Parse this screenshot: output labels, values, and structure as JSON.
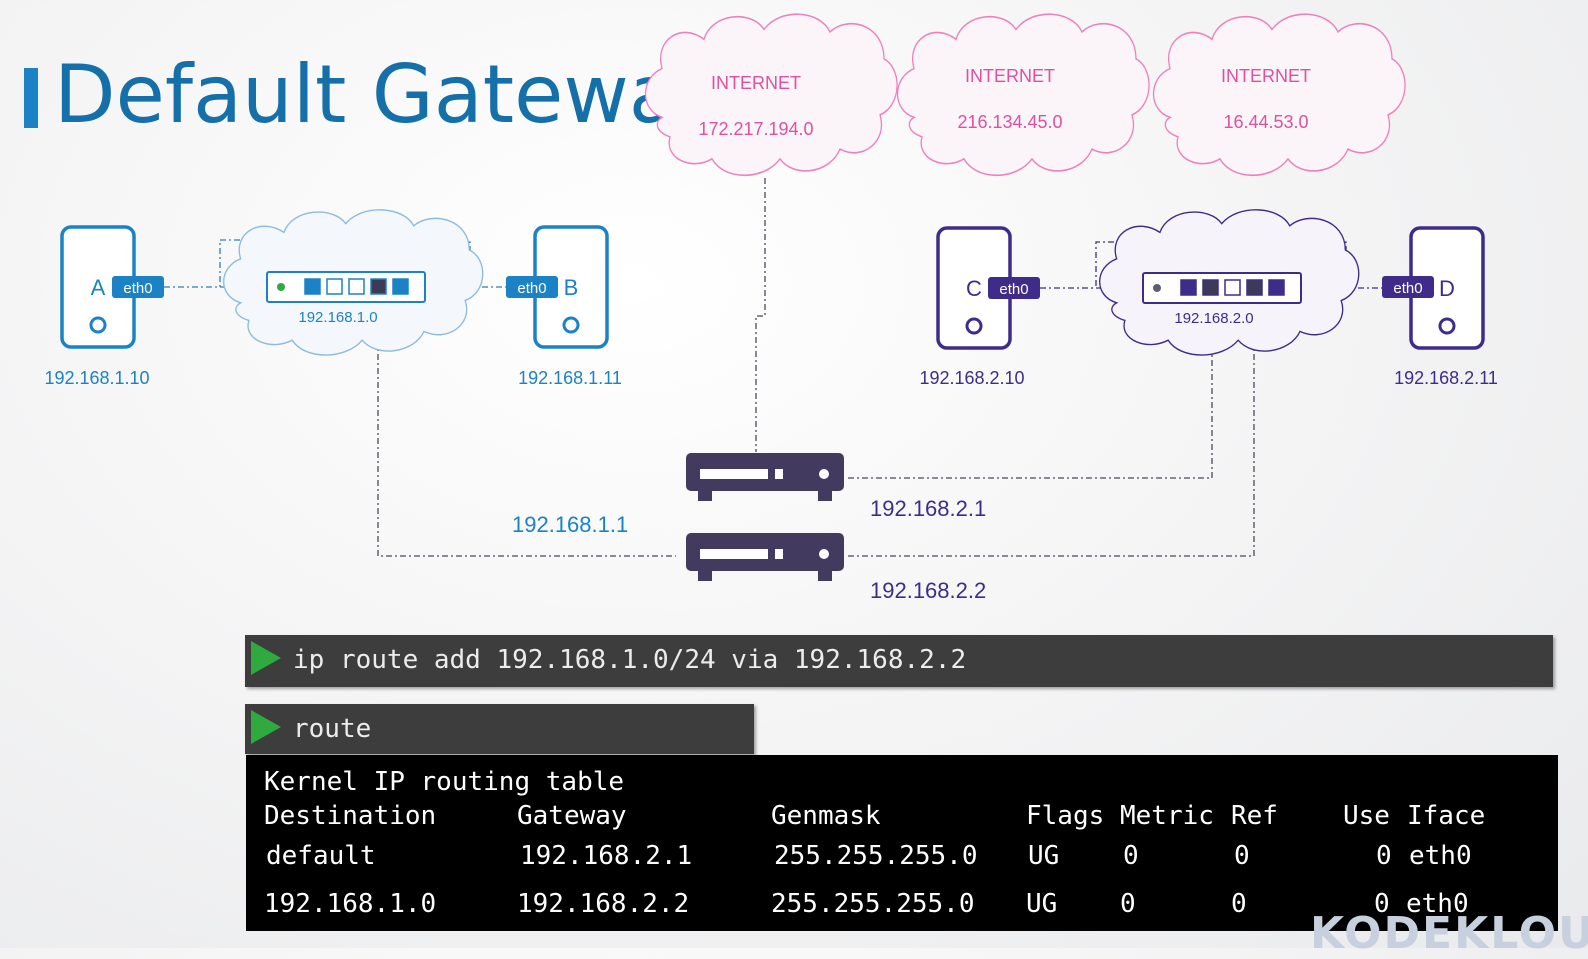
{
  "title": "Default Gateway",
  "clouds": [
    {
      "label": "INTERNET",
      "ip": "172.217.194.0"
    },
    {
      "label": "INTERNET",
      "ip": "216.134.45.0"
    },
    {
      "label": "INTERNET",
      "ip": "16.44.53.0"
    }
  ],
  "hosts": {
    "a": {
      "letter": "A",
      "iface": "eth0",
      "ip": "192.168.1.10"
    },
    "b": {
      "letter": "B",
      "iface": "eth0",
      "ip": "192.168.1.11"
    },
    "c": {
      "letter": "C",
      "iface": "eth0",
      "ip": "192.168.2.10"
    },
    "d": {
      "letter": "D",
      "iface": "eth0",
      "ip": "192.168.2.11"
    }
  },
  "switches": {
    "left": {
      "network": "192.168.1.0"
    },
    "right": {
      "network": "192.168.2.0"
    }
  },
  "routers": {
    "left_ip": "192.168.1.1",
    "top_ip": "192.168.2.1",
    "bottom_ip": "192.168.2.2"
  },
  "terminal": {
    "command1": "ip route add 192.168.1.0/24 via 192.168.2.2",
    "command2": "route"
  },
  "route_table": {
    "heading": "Kernel IP routing table",
    "columns": [
      "Destination",
      "Gateway",
      "Genmask",
      "Flags",
      "Metric",
      "Ref",
      "Use",
      "Iface"
    ],
    "rows": [
      [
        "default",
        "192.168.2.1",
        "255.255.255.0",
        "UG",
        "0",
        "0",
        "0",
        "eth0"
      ],
      [
        "192.168.1.0",
        "192.168.2.2",
        "255.255.255.0",
        "UG",
        "0",
        "0",
        "0",
        "eth0"
      ]
    ]
  },
  "brand": "KODEKLOU",
  "colors": {
    "blue": "#1b82c5",
    "title_blue": "#156fa8",
    "purple": "#3f2c8a",
    "router": "#433b5f",
    "internet_pink": "#e0509e",
    "terminal_green": "#2eaa3f"
  }
}
